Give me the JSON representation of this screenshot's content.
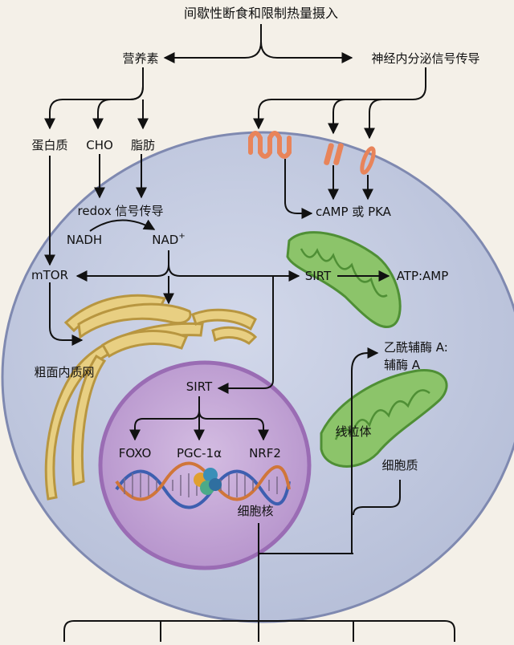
{
  "title": "间歇性断食和限制热量摄入",
  "labels": {
    "nutrients": "营养素",
    "neuroendocrine": "神经内分泌信号传导",
    "protein": "蛋白质",
    "cho": "CHO",
    "fat": "脂肪",
    "redox": "redox 信号传导",
    "nadh": "NADH",
    "nad": "NAD",
    "nad_sup": "+",
    "mtor": "mTOR",
    "sirt_cyto": "SIRT",
    "atp_amp": "ATP:AMP",
    "camp_pka": "cAMP 或 PKA",
    "rough_er": "粗面内质网",
    "acetyl_coa_1": "乙酰辅酶 A:",
    "acetyl_coa_2": "辅酶 A",
    "mitochondria": "线粒体",
    "cytoplasm": "细胞质",
    "sirt_nuc": "SIRT",
    "foxo": "FOXO",
    "pgc": "PGC-1α",
    "nrf2": "NRF2",
    "nucleus": "细胞核"
  },
  "colors": {
    "background": "#f4f0e8",
    "cell_fill": "#c4cbe0",
    "cell_border": "#7f89b0",
    "nucleus_fill": "#c2a6d4",
    "nucleus_border": "#9a6cb4",
    "er_fill": "#e8cf82",
    "er_border": "#b89640",
    "mito_fill": "#8cc46a",
    "mito_border": "#4f8f35",
    "receptor": "#e8845a",
    "dna_blue": "#3d5fb0",
    "dna_orange": "#d0763a"
  },
  "icons": [
    "receptor-icon",
    "ion-channel-icon",
    "dna-helix-icon",
    "protein-complex-icon"
  ]
}
